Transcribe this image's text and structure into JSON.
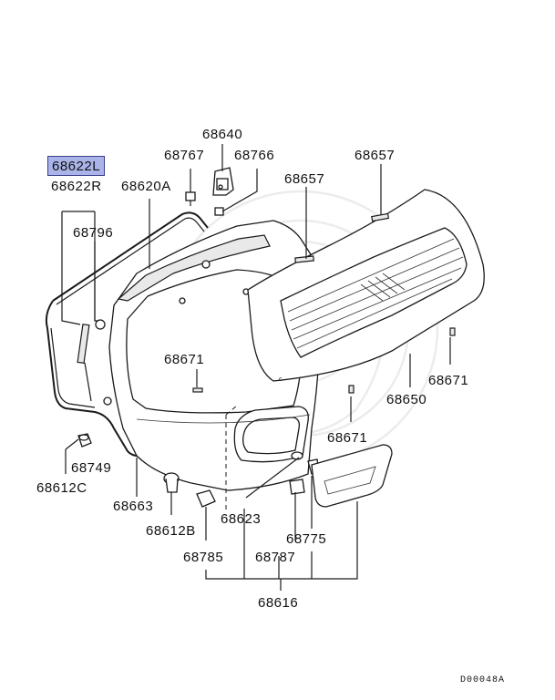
{
  "diagram": {
    "code": "D00048A",
    "highlight_color": "#aab4e8"
  },
  "labels": {
    "l68640": "68640",
    "l68767": "68767",
    "l68766": "68766",
    "l68657a": "68657",
    "l68657b": "68657",
    "l68622L": "68622L",
    "l68622R": "68622R",
    "l68620A": "68620A",
    "l68796": "68796",
    "l68671a": "68671",
    "l68671b": "68671",
    "l68671c": "68671",
    "l68650": "68650",
    "l68749": "68749",
    "l68612C": "68612C",
    "l68663": "68663",
    "l68612B": "68612B",
    "l68623": "68623",
    "l68775": "68775",
    "l68785": "68785",
    "l68787": "68787",
    "l68616": "68616"
  }
}
